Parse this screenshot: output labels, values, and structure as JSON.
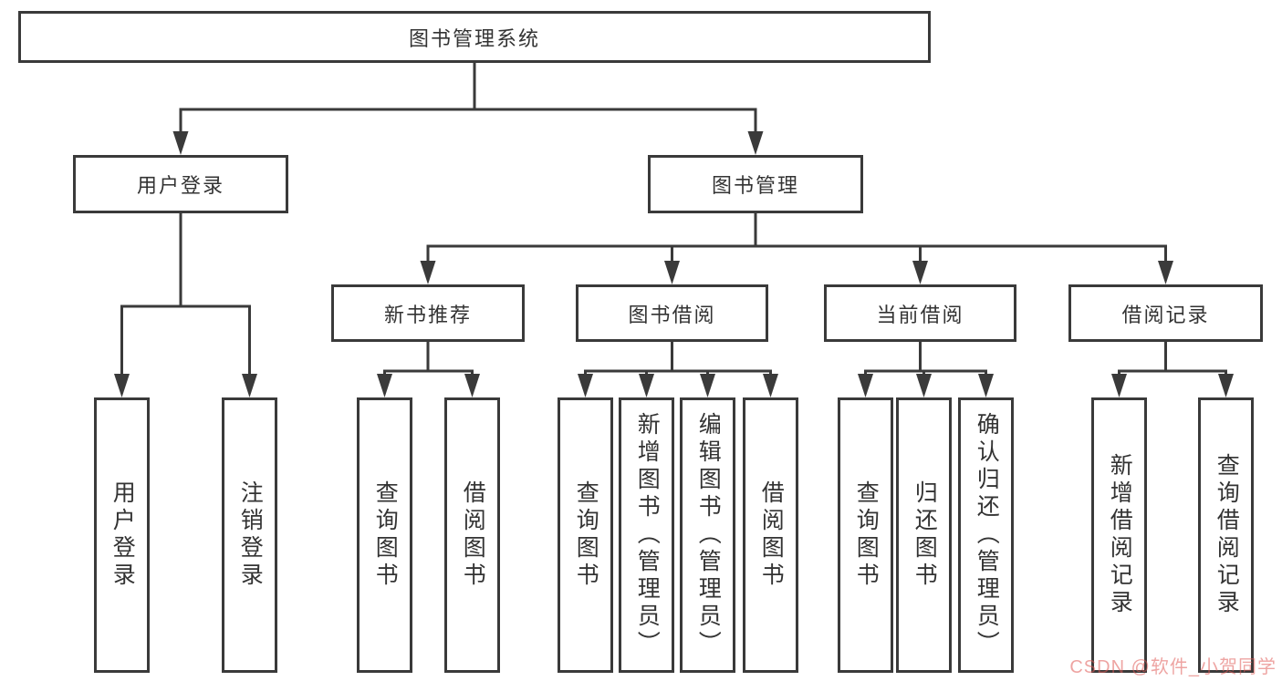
{
  "diagram": {
    "root": {
      "label": "图书管理系统"
    },
    "branches": [
      {
        "label": "用户登录",
        "children": [
          {
            "label": "用户登录"
          },
          {
            "label": "注销登录"
          }
        ]
      },
      {
        "label": "图书管理",
        "children": [
          {
            "label": "新书推荐",
            "children": [
              {
                "label": "查询图书"
              },
              {
                "label": "借阅图书"
              }
            ]
          },
          {
            "label": "图书借阅",
            "children": [
              {
                "label": "查询图书"
              },
              {
                "label": "新增图书（管理员）"
              },
              {
                "label": "编辑图书（管理员）"
              },
              {
                "label": "借阅图书"
              }
            ]
          },
          {
            "label": "当前借阅",
            "children": [
              {
                "label": "查询图书"
              },
              {
                "label": "归还图书"
              },
              {
                "label": "确认归还（管理员）"
              }
            ]
          },
          {
            "label": "借阅记录",
            "children": [
              {
                "label": "新增借阅记录"
              },
              {
                "label": "查询借阅记录"
              }
            ]
          }
        ]
      }
    ]
  },
  "watermark": {
    "text": "CSDN @软件_小贺同学"
  },
  "colors": {
    "line": "#3a3a3a",
    "box_border": "#3a3a3a",
    "text": "#333333",
    "background": "#ffffff",
    "watermark": "#e05a56"
  }
}
